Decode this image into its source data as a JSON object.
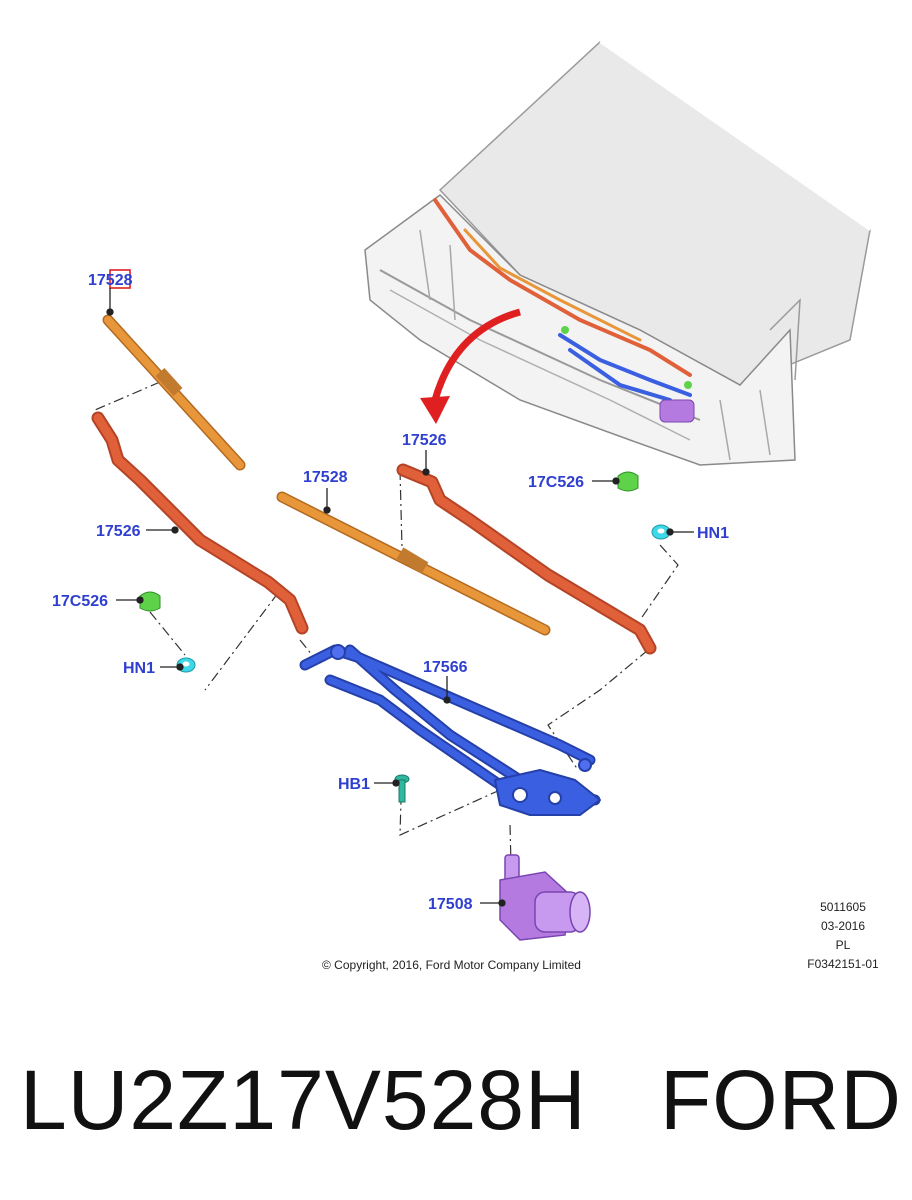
{
  "diagram": {
    "callouts": {
      "blade_left": "17528",
      "blade_right": "17528",
      "arm_left": "17526",
      "arm_right": "17526",
      "cap_left": "17C526",
      "cap_right": "17C526",
      "nut_left": "HN1",
      "nut_right": "HN1",
      "linkage": "17566",
      "bolt": "HB1",
      "motor": "17508"
    },
    "copyright": "© Copyright, 2016, Ford Motor Company Limited",
    "reference": {
      "number": "5011605",
      "date": "03-2016",
      "lang": "PL",
      "figure": "F0342151-01"
    }
  },
  "banner": {
    "part_number": "LU2Z17V528H",
    "brand": "FORD"
  },
  "colors": {
    "callout_text": "#2f3fd0",
    "wiper_blade": "#e8963a",
    "wiper_arm": "#e0603a",
    "linkage": "#3a5fe0",
    "motor": "#b57ae0",
    "cap": "#5ed34a",
    "nut": "#3fd8e8",
    "bolt": "#2fb8a0",
    "highlight_box": "#e02020"
  },
  "icons": [
    "vehicle-cowl-illustration",
    "wiper-blade",
    "wiper-arm",
    "wiper-linkage",
    "wiper-motor",
    "cap-icon",
    "nut-icon",
    "bolt-icon"
  ]
}
